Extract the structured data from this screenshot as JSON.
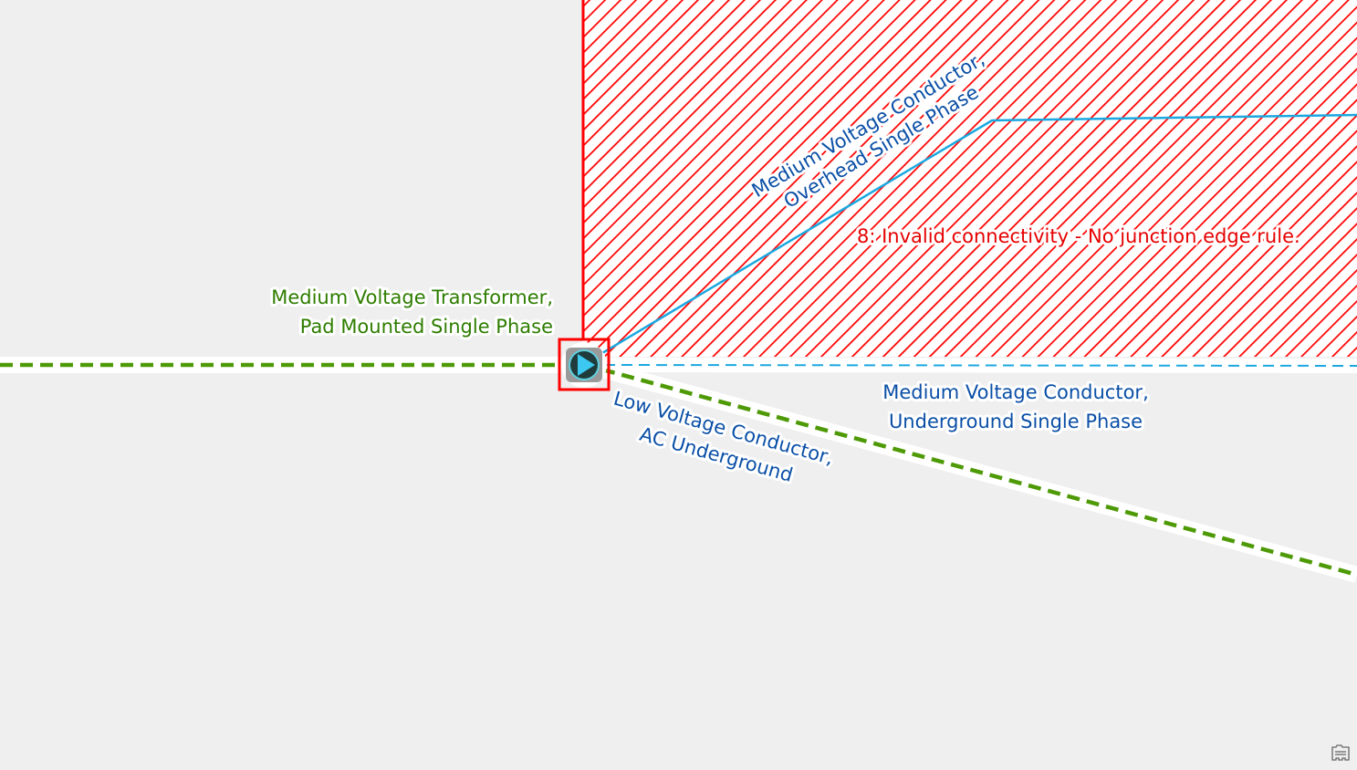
{
  "map": {
    "labels": {
      "transformer": [
        "Medium Voltage Transformer,",
        "Pad Mounted Single Phase"
      ],
      "mv_overhead": [
        "Medium Voltage Conductor,",
        "Overhead Single Phase"
      ],
      "mv_underground": [
        "Medium Voltage Conductor,",
        "Underground Single Phase"
      ],
      "lv_underground": [
        "Low Voltage Conductor,",
        "AC Underground"
      ],
      "error": "8: Invalid connectivity - No junction edge rule."
    },
    "colors": {
      "error": "#ff0000",
      "mv_line": "#1ba8e0",
      "lv_line": "#4e9a06",
      "label_blue": "#0a4fa6",
      "label_green": "#2e7d00"
    },
    "icons": {
      "device": "transformer-play-icon",
      "table": "attribute-table-icon"
    }
  }
}
